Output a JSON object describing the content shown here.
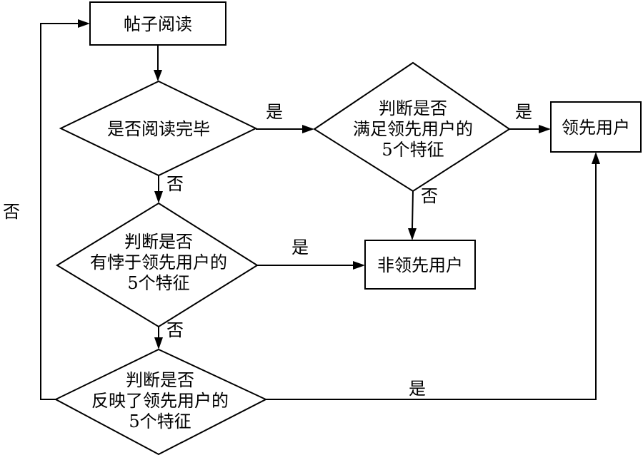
{
  "nodes": {
    "read_post": "帖子阅读",
    "read_complete": "是否阅读完毕",
    "satisfies": [
      "判断是否",
      "满足领先用户的",
      "5个特征"
    ],
    "contradicts": [
      "判断是否",
      "有悖于领先用户的",
      "5个特征"
    ],
    "reflects": [
      "判断是否",
      "反映了领先用户的",
      "5个特征"
    ],
    "lead_user": "领先用户",
    "non_lead_user": "非领先用户"
  },
  "edges": {
    "yes": "是",
    "no": "否"
  },
  "colors": {
    "stroke": "#000000",
    "background": "#ffffff"
  }
}
